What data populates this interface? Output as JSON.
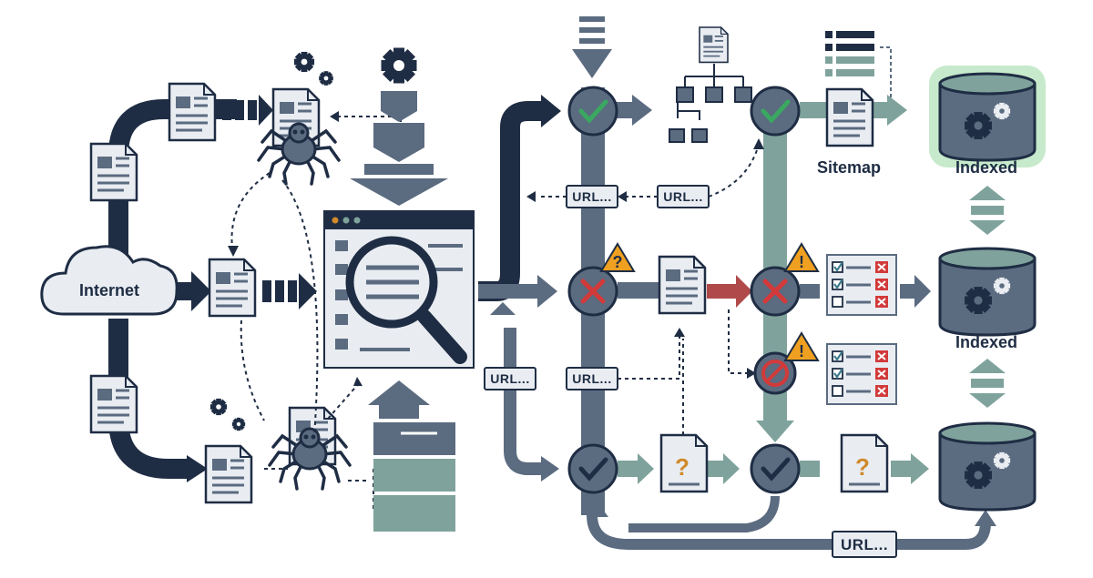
{
  "labels": {
    "internet": "Internet",
    "sitemap": "Sitemap",
    "indexed_top": "Indexed",
    "indexed_mid": "Indexed",
    "url_1": "URL...",
    "url_2": "URL...",
    "url_3": "URL...",
    "url_4": "URL...",
    "url_5": "URL..."
  },
  "glyphs": {
    "question": "?",
    "warning": "!"
  },
  "colors": {
    "navy": "#1f2d44",
    "slate": "#5b6b80",
    "teal": "#7fa39c",
    "teal_dark": "#5f8a84",
    "red": "#d23a3a",
    "warning": "#f0a020",
    "green": "#3aa860",
    "page": "#e9edf2",
    "glow": "#5cc26a"
  },
  "icons": [
    "cloud-icon",
    "document-icon",
    "spider-icon",
    "gear-icon",
    "browser-window-icon",
    "magnifier-icon",
    "check-icon",
    "cross-icon",
    "warning-icon",
    "blocked-icon",
    "sitemap-tree-icon",
    "database-icon",
    "checklist-icon",
    "list-icon"
  ]
}
